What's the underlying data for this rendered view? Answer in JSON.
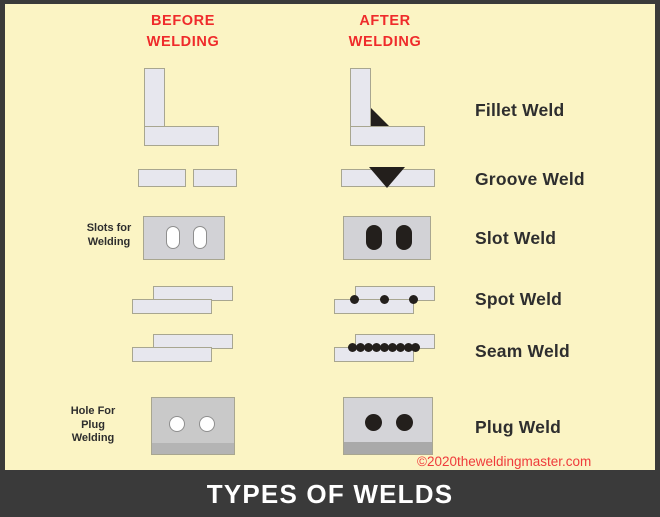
{
  "poster": {
    "background_color": "#fbf4c4",
    "frame_color": "#3a3a3a",
    "accent_red": "#ef2b2b",
    "plate_color": "#e7e7ee",
    "weld_color": "#231f1c"
  },
  "headers": {
    "before": {
      "line1": "BEFORE",
      "line2": "WELDING"
    },
    "after": {
      "line1": "AFTER",
      "line2": "WELDING"
    }
  },
  "notes": {
    "slot": "Slots for\nWelding",
    "slot_line1": "Slots for",
    "slot_line2": "Welding",
    "plug_line1": "Hole For",
    "plug_line2": "Plug",
    "plug_line3": "Welding"
  },
  "rows": [
    {
      "id": "fillet",
      "label": "Fillet Weld",
      "before": "two plates butted in an L corner",
      "after": "dark triangular fillet bead in inner corner"
    },
    {
      "id": "groove",
      "label": "Groove Weld",
      "before": "two plates with a gap between them",
      "after": "plates joined with dark V groove bead"
    },
    {
      "id": "slot",
      "label": "Slot Weld",
      "before": "plate with two open oval slots",
      "after": "slots filled with weld metal"
    },
    {
      "id": "spot",
      "label": "Spot Weld",
      "before": "two overlapping lap plates",
      "after": "three separate weld spots along the lap"
    },
    {
      "id": "seam",
      "label": "Seam Weld",
      "before": "two overlapping lap plates",
      "after": "continuous row of welds along the lap"
    },
    {
      "id": "plug",
      "label": "Plug Weld",
      "before": "plate with two open round holes",
      "after": "holes filled with weld metal"
    }
  ],
  "copyright": "©2020theweldingmaster.com",
  "footer": {
    "title": "TYPES OF WELDS"
  },
  "spot_weld": {
    "dot_count": 3
  },
  "seam_weld": {
    "dot_count": 9
  },
  "slot_weld": {
    "slot_count": 2
  },
  "plug_weld": {
    "hole_count": 2
  }
}
